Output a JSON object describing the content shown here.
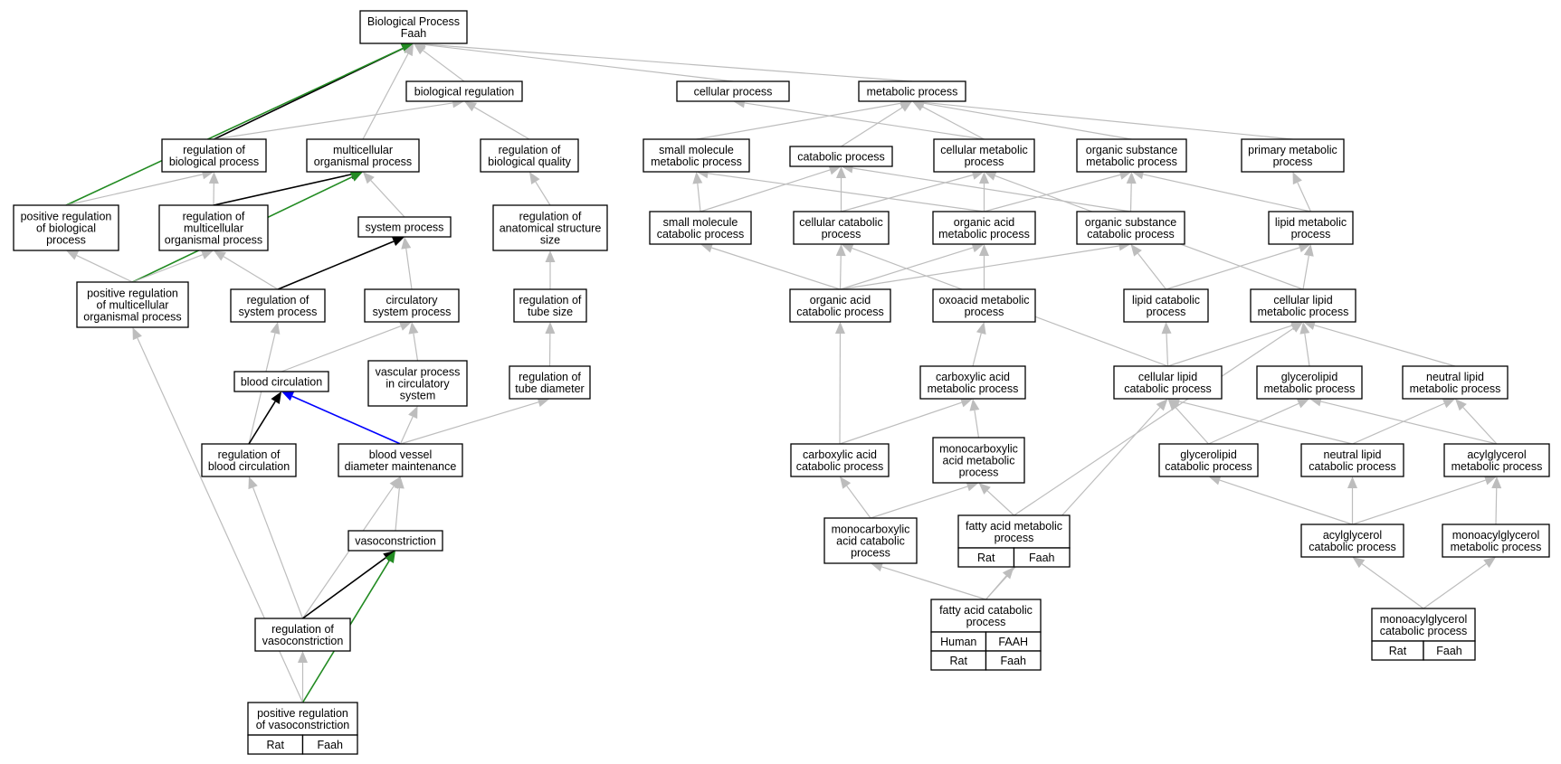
{
  "colors": {
    "edge_default": "#bdbdbd",
    "edge_black": "#000000",
    "edge_green": "#228b22",
    "edge_blue": "#0000ff",
    "tag_yellow": "#ffd700",
    "tag_red": "#ff6347"
  },
  "nodes": {
    "root": [
      "Biological Process",
      "Faah"
    ],
    "bio_reg": [
      "biological regulation"
    ],
    "cell_proc": [
      "cellular process"
    ],
    "metab_proc": [
      "metabolic process"
    ],
    "reg_bio_proc": [
      "regulation of",
      "biological process"
    ],
    "multicell": [
      "multicellular",
      "organismal process"
    ],
    "reg_bio_qual": [
      "regulation of",
      "biological quality"
    ],
    "small_mol_metab": [
      "small molecule",
      "metabolic process"
    ],
    "catab_proc": [
      "catabolic process"
    ],
    "cell_metab": [
      "cellular metabolic",
      "process"
    ],
    "org_sub_metab": [
      "organic substance",
      "metabolic process"
    ],
    "prim_metab": [
      "primary metabolic",
      "process"
    ],
    "pos_reg_bio": [
      "positive regulation",
      "of biological",
      "process"
    ],
    "reg_multicell": [
      "regulation of",
      "multicellular",
      "organismal process"
    ],
    "system_proc": [
      "system process"
    ],
    "reg_anat": [
      "regulation of",
      "anatomical structure",
      "size"
    ],
    "small_mol_catab": [
      "small molecule",
      "catabolic process"
    ],
    "cell_catab": [
      "cellular catabolic",
      "process"
    ],
    "org_acid_metab": [
      "organic acid",
      "metabolic process"
    ],
    "org_sub_catab": [
      "organic substance",
      "catabolic process"
    ],
    "lipid_metab": [
      "lipid metabolic",
      "process"
    ],
    "pos_reg_multi": [
      "positive regulation",
      "of multicellular",
      "organismal process"
    ],
    "reg_sys": [
      "regulation of",
      "system process"
    ],
    "circ_sys": [
      "circulatory",
      "system process"
    ],
    "reg_tube_size": [
      "regulation of",
      "tube size"
    ],
    "org_acid_catab": [
      "organic acid",
      "catabolic process"
    ],
    "oxoacid": [
      "oxoacid metabolic",
      "process"
    ],
    "lipid_catab": [
      "lipid catabolic",
      "process"
    ],
    "cell_lipid_metab": [
      "cellular lipid",
      "metabolic process"
    ],
    "blood_circ": [
      "blood circulation"
    ],
    "vasc_proc": [
      "vascular process",
      "in circulatory",
      "system"
    ],
    "reg_tube_diam": [
      "regulation of",
      "tube diameter"
    ],
    "carbox_metab": [
      "carboxylic acid",
      "metabolic process"
    ],
    "cell_lipid_catab": [
      "cellular lipid",
      "catabolic process"
    ],
    "glycerolipid_metab": [
      "glycerolipid",
      "metabolic process"
    ],
    "neutral_lipid_metab": [
      "neutral lipid",
      "metabolic process"
    ],
    "reg_blood_circ": [
      "regulation of",
      "blood circulation"
    ],
    "bv_diam": [
      "blood vessel",
      "diameter maintenance"
    ],
    "carbox_catab": [
      "carboxylic acid",
      "catabolic process"
    ],
    "monocarbox_metab": [
      "monocarboxylic",
      "acid metabolic",
      "process"
    ],
    "glycerolipid_catab": [
      "glycerolipid",
      "catabolic process"
    ],
    "neutral_lipid_catab": [
      "neutral lipid",
      "catabolic process"
    ],
    "acylglycerol_metab": [
      "acylglycerol",
      "metabolic process"
    ],
    "vasoconstriction": [
      "vasoconstriction"
    ],
    "monocarbox_catab": [
      "monocarboxylic",
      "acid catabolic",
      "process"
    ],
    "fa_metab": [
      "fatty acid metabolic",
      "process"
    ],
    "acylglycerol_catab": [
      "acylglycerol",
      "catabolic process"
    ],
    "monoacyl_metab": [
      "monoacylglycerol",
      "metabolic process"
    ],
    "reg_vaso": [
      "regulation of",
      "vasoconstriction"
    ],
    "fa_catab": [
      "fatty acid catabolic",
      "process"
    ],
    "monoacyl_catab": [
      "monoacylglycerol",
      "catabolic process"
    ],
    "pos_reg_vaso": [
      "positive regulation",
      "of vasoconstriction"
    ]
  },
  "annotations": {
    "fa_metab": [
      [
        "Rat",
        "Faah",
        "yellow"
      ]
    ],
    "fa_catab": [
      [
        "Human",
        "FAAH",
        "red"
      ],
      [
        "Rat",
        "Faah",
        "yellow"
      ]
    ],
    "monoacyl_catab": [
      [
        "Rat",
        "Faah",
        "yellow"
      ]
    ],
    "pos_reg_vaso": [
      [
        "Rat",
        "Faah",
        "yellow"
      ]
    ]
  },
  "edges": [
    [
      "reg_bio_proc",
      "root",
      "black"
    ],
    [
      "pos_reg_bio",
      "root",
      "green"
    ],
    [
      "bio_reg",
      "root",
      "gray"
    ],
    [
      "multicell",
      "root",
      "gray"
    ],
    [
      "cell_proc",
      "root",
      "gray"
    ],
    [
      "metab_proc",
      "root",
      "gray"
    ],
    [
      "reg_bio_proc",
      "bio_reg",
      "gray"
    ],
    [
      "reg_bio_qual",
      "bio_reg",
      "gray"
    ],
    [
      "catab_proc",
      "metab_proc",
      "gray"
    ],
    [
      "small_mol_metab",
      "metab_proc",
      "gray"
    ],
    [
      "cell_metab",
      "metab_proc",
      "gray"
    ],
    [
      "org_sub_metab",
      "metab_proc",
      "gray"
    ],
    [
      "prim_metab",
      "metab_proc",
      "gray"
    ],
    [
      "cell_metab",
      "cell_proc",
      "gray"
    ],
    [
      "pos_reg_bio",
      "reg_bio_proc",
      "gray"
    ],
    [
      "reg_multicell",
      "reg_bio_proc",
      "gray"
    ],
    [
      "reg_multicell",
      "multicell",
      "black"
    ],
    [
      "pos_reg_multi",
      "multicell",
      "green"
    ],
    [
      "system_proc",
      "multicell",
      "gray"
    ],
    [
      "reg_anat",
      "reg_bio_qual",
      "gray"
    ],
    [
      "small_mol_catab",
      "small_mol_metab",
      "gray"
    ],
    [
      "small_mol_catab",
      "catab_proc",
      "gray"
    ],
    [
      "cell_catab",
      "catab_proc",
      "gray"
    ],
    [
      "org_sub_catab",
      "catab_proc",
      "gray"
    ],
    [
      "org_acid_metab",
      "small_mol_metab",
      "gray"
    ],
    [
      "org_acid_metab",
      "cell_metab",
      "gray"
    ],
    [
      "org_acid_metab",
      "org_sub_metab",
      "gray"
    ],
    [
      "cell_catab",
      "cell_metab",
      "gray"
    ],
    [
      "cell_lipid_metab",
      "cell_metab",
      "gray"
    ],
    [
      "org_sub_catab",
      "org_sub_metab",
      "gray"
    ],
    [
      "lipid_metab",
      "org_sub_metab",
      "gray"
    ],
    [
      "lipid_metab",
      "prim_metab",
      "gray"
    ],
    [
      "pos_reg_multi",
      "pos_reg_bio",
      "gray"
    ],
    [
      "pos_reg_multi",
      "reg_multicell",
      "gray"
    ],
    [
      "reg_sys",
      "reg_multicell",
      "gray"
    ],
    [
      "reg_sys",
      "system_proc",
      "black"
    ],
    [
      "circ_sys",
      "system_proc",
      "gray"
    ],
    [
      "reg_tube_size",
      "reg_anat",
      "gray"
    ],
    [
      "org_acid_catab",
      "small_mol_catab",
      "gray"
    ],
    [
      "org_acid_catab",
      "cell_catab",
      "gray"
    ],
    [
      "org_acid_catab",
      "org_acid_metab",
      "gray"
    ],
    [
      "org_acid_catab",
      "org_sub_catab",
      "gray"
    ],
    [
      "oxoacid",
      "org_acid_metab",
      "gray"
    ],
    [
      "lipid_catab",
      "org_sub_catab",
      "gray"
    ],
    [
      "lipid_catab",
      "lipid_metab",
      "gray"
    ],
    [
      "cell_lipid_metab",
      "lipid_metab",
      "gray"
    ],
    [
      "blood_circ",
      "circ_sys",
      "gray"
    ],
    [
      "vasc_proc",
      "circ_sys",
      "gray"
    ],
    [
      "reg_tube_diam",
      "reg_tube_size",
      "gray"
    ],
    [
      "carbox_metab",
      "oxoacid",
      "gray"
    ],
    [
      "cell_lipid_catab",
      "cell_catab",
      "gray"
    ],
    [
      "cell_lipid_catab",
      "lipid_catab",
      "gray"
    ],
    [
      "cell_lipid_catab",
      "cell_lipid_metab",
      "gray"
    ],
    [
      "glycerolipid_metab",
      "cell_lipid_metab",
      "gray"
    ],
    [
      "neutral_lipid_metab",
      "cell_lipid_metab",
      "gray"
    ],
    [
      "reg_blood_circ",
      "reg_sys",
      "gray"
    ],
    [
      "reg_blood_circ",
      "blood_circ",
      "black"
    ],
    [
      "bv_diam",
      "blood_circ",
      "blue"
    ],
    [
      "bv_diam",
      "vasc_proc",
      "gray"
    ],
    [
      "bv_diam",
      "reg_tube_diam",
      "gray"
    ],
    [
      "carbox_catab",
      "org_acid_catab",
      "gray"
    ],
    [
      "carbox_catab",
      "carbox_metab",
      "gray"
    ],
    [
      "monocarbox_metab",
      "carbox_metab",
      "gray"
    ],
    [
      "glycerolipid_catab",
      "cell_lipid_catab",
      "gray"
    ],
    [
      "glycerolipid_catab",
      "glycerolipid_metab",
      "gray"
    ],
    [
      "neutral_lipid_catab",
      "cell_lipid_catab",
      "gray"
    ],
    [
      "neutral_lipid_catab",
      "neutral_lipid_metab",
      "gray"
    ],
    [
      "acylglycerol_metab",
      "glycerolipid_metab",
      "gray"
    ],
    [
      "acylglycerol_metab",
      "neutral_lipid_metab",
      "gray"
    ],
    [
      "vasoconstriction",
      "bv_diam",
      "gray"
    ],
    [
      "monocarbox_catab",
      "carbox_catab",
      "gray"
    ],
    [
      "monocarbox_catab",
      "monocarbox_metab",
      "gray"
    ],
    [
      "fa_metab",
      "monocarbox_metab",
      "gray"
    ],
    [
      "fa_metab",
      "cell_lipid_metab",
      "gray"
    ],
    [
      "acylglycerol_catab",
      "glycerolipid_catab",
      "gray"
    ],
    [
      "acylglycerol_catab",
      "neutral_lipid_catab",
      "gray"
    ],
    [
      "acylglycerol_catab",
      "acylglycerol_metab",
      "gray"
    ],
    [
      "monoacyl_metab",
      "acylglycerol_metab",
      "gray"
    ],
    [
      "reg_vaso",
      "reg_blood_circ",
      "gray"
    ],
    [
      "reg_vaso",
      "bv_diam",
      "gray"
    ],
    [
      "reg_vaso",
      "vasoconstriction",
      "black"
    ],
    [
      "fa_catab",
      "monocarbox_catab",
      "gray"
    ],
    [
      "fa_catab",
      "fa_metab",
      "gray"
    ],
    [
      "fa_catab",
      "cell_lipid_catab",
      "gray"
    ],
    [
      "monoacyl_catab",
      "acylglycerol_catab",
      "gray"
    ],
    [
      "monoacyl_catab",
      "monoacyl_metab",
      "gray"
    ],
    [
      "pos_reg_vaso",
      "reg_vaso",
      "gray"
    ],
    [
      "pos_reg_vaso",
      "vasoconstriction",
      "green"
    ],
    [
      "pos_reg_vaso",
      "pos_reg_multi",
      "gray"
    ]
  ]
}
